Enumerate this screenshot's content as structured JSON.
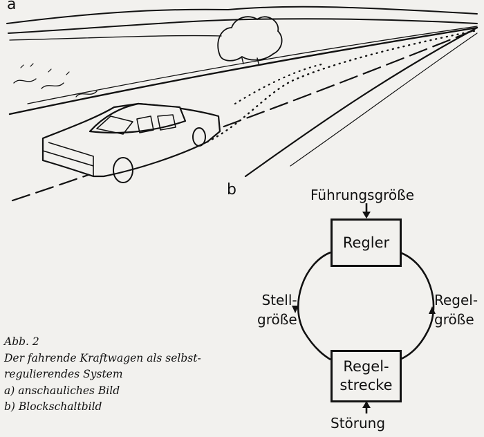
{
  "panels": {
    "a": "a",
    "b": "b"
  },
  "diagram": {
    "input_label": "Führungsgröße",
    "controller": "Regler",
    "plant": [
      "Regel-",
      "strecke"
    ],
    "left_signal": [
      "Stell-",
      "größe"
    ],
    "right_signal": [
      "Regel-",
      "größe"
    ],
    "disturbance": "Störung"
  },
  "caption": {
    "figure": "Abb. 2",
    "lines": [
      "Der fahrende Kraftwagen als selbst-",
      "regulierendes System"
    ],
    "items": [
      "a) anschauliches Bild",
      "b) Blockschaltbild"
    ]
  }
}
